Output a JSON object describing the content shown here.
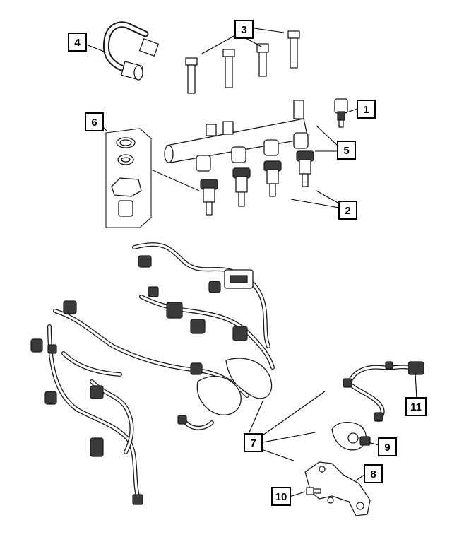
{
  "diagram": {
    "callouts": [
      {
        "id": "c1",
        "label": "1"
      },
      {
        "id": "c2",
        "label": "2"
      },
      {
        "id": "c3",
        "label": "3"
      },
      {
        "id": "c4",
        "label": "4"
      },
      {
        "id": "c5",
        "label": "5"
      },
      {
        "id": "c6",
        "label": "6"
      },
      {
        "id": "c7",
        "label": "7"
      },
      {
        "id": "c8",
        "label": "8"
      },
      {
        "id": "c9",
        "label": "9"
      },
      {
        "id": "c10",
        "label": "10"
      },
      {
        "id": "c11",
        "label": "11"
      }
    ],
    "colors": {
      "line": "#1a1a1a",
      "background": "#ffffff",
      "fill": "#ffffff"
    }
  }
}
